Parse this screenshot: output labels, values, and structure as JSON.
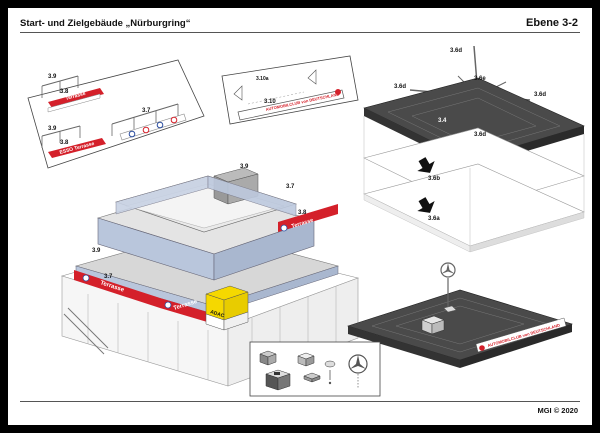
{
  "header": {
    "title": "Start- und Zielgebäude „Nürburgring“",
    "level": "Ebene 3-2"
  },
  "footer": {
    "copyright": "MGI © 2020"
  },
  "labels": {
    "l39a": "3.9",
    "l38a": "3.8",
    "l39b": "3.9",
    "l38b": "3.8",
    "l37top": "3.7",
    "l37b": "3.7",
    "l310a": "3.10a",
    "l310": "3.10",
    "l36d_top": "3.6d",
    "l36d_left": "3.6d",
    "l36e": "3.6e",
    "l36d_right": "3.6d",
    "l34": "3.4",
    "l36d_mast": "3.6d",
    "l36b": "3.6b",
    "l36a": "3.6a",
    "b39": "3.9",
    "b37": "3.7",
    "b38": "3.8",
    "b39_left": "3.9",
    "b37_left": "3.7"
  },
  "signs": {
    "terrasse": "Terrasse",
    "esso": "ESSO",
    "adac": "ADAC",
    "automobilclub": "AUTOMOBILCLUB von DEUTSCHLAND"
  },
  "colors": {
    "roof_dark": "#4a4a4a",
    "sign_red": "#d4202a",
    "adac_yellow": "#f5d800",
    "glass_blue": "#b9c6dc"
  }
}
